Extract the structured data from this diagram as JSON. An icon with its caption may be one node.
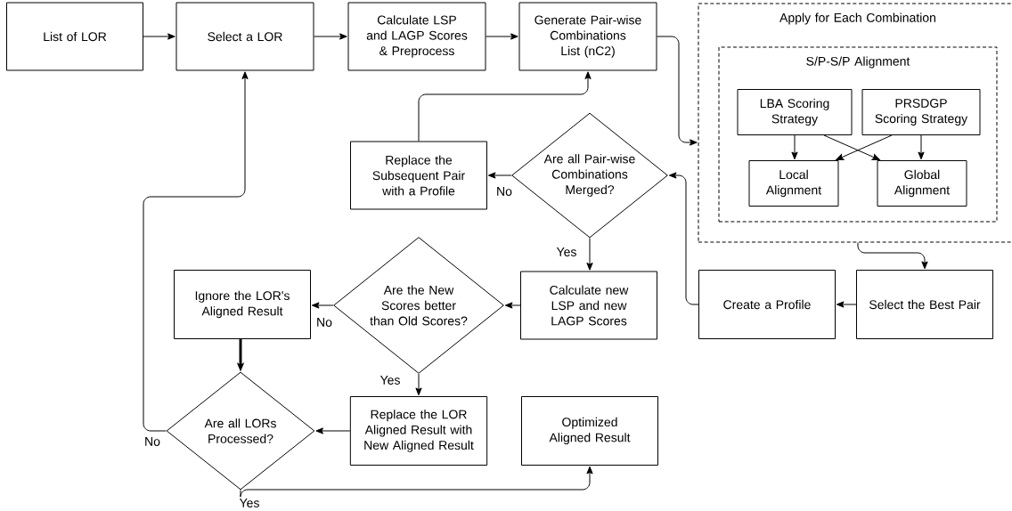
{
  "diagram": {
    "nodes": [
      {
        "text": [
          "List of LOR"
        ]
      },
      {
        "text": [
          "Select a LOR"
        ]
      },
      {
        "text": [
          "Calculate LSP and LAGP Scores & Preprocess"
        ]
      },
      {
        "text": [
          "Generate Pair-wise Combinations List (nC2)"
        ]
      },
      {
        "text": [
          "Apply for Each Combination"
        ]
      },
      {
        "text": [
          "S/P-S/P Alignment"
        ],
        "in": 4
      },
      {
        "text": [
          "LBA Scoring Strategy"
        ],
        "in": 5
      },
      {
        "text": [
          "PRSDGP Scoring Strategy"
        ],
        "in": 5
      },
      {
        "text": [
          "Local Alignment"
        ],
        "in": 5
      },
      {
        "text": [
          "Global Alignment"
        ],
        "in": 5
      },
      {
        "text": [
          "Replace the Subsequent Pair with a Profile"
        ]
      },
      {
        "text": [
          "Are all Pair-wise Combinations Merged?"
        ]
      },
      {
        "text": [
          "Select the Best Pair"
        ]
      },
      {
        "text": [
          "Create a Profile"
        ]
      },
      {
        "text": [
          "Calculate new LSP and new LAGP Scores"
        ]
      },
      {
        "text": [
          "Are the New Scores better than Old Scores?"
        ]
      },
      {
        "text": [
          "Ignore the LOR's Aligned Result"
        ]
      },
      {
        "text": [
          "Replace the LOR Aligned Result with New Aligned Result"
        ]
      },
      {
        "text": [
          "Optimized Aligned Result"
        ]
      },
      {
        "text": [
          "Are all LORs Processed?"
        ]
      }
    ],
    "edges": [
      {
        "from": 0,
        "to": 1,
        "arrow": "to"
      },
      {
        "from": 1,
        "to": 2,
        "arrow": "to"
      },
      {
        "from": 2,
        "to": 3,
        "arrow": "to"
      },
      {
        "from": 3,
        "to": 4,
        "arrow": "to"
      },
      {
        "from": 6,
        "to": 8,
        "arrow": "to"
      },
      {
        "from": 6,
        "to": 9,
        "arrow": "to"
      },
      {
        "from": 7,
        "to": 8,
        "arrow": "to"
      },
      {
        "from": 7,
        "to": 9,
        "arrow": "to"
      },
      {
        "from": 4,
        "to": 12,
        "arrow": "to"
      },
      {
        "from": 12,
        "to": 13,
        "arrow": "to"
      },
      {
        "from": 13,
        "to": 11,
        "arrow": "to"
      },
      {
        "from": 11,
        "to": 10,
        "arrow": "to",
        "label": "No"
      },
      {
        "from": 10,
        "to": 3,
        "arrow": "to"
      },
      {
        "from": 11,
        "to": 14,
        "arrow": "to",
        "label": "Yes"
      },
      {
        "from": 14,
        "to": 15,
        "arrow": "to"
      },
      {
        "from": 15,
        "to": 16,
        "arrow": "to",
        "label": "No"
      },
      {
        "from": 15,
        "to": 17,
        "arrow": "to",
        "label": "Yes"
      },
      {
        "from": 16,
        "to": 19,
        "arrow": "to",
        "style": "thick"
      },
      {
        "from": 17,
        "to": 19,
        "arrow": "to"
      },
      {
        "from": 19,
        "to": 1,
        "arrow": "to",
        "label": "No"
      },
      {
        "from": 19,
        "to": 18,
        "arrow": "to",
        "label": "Yes"
      }
    ]
  }
}
